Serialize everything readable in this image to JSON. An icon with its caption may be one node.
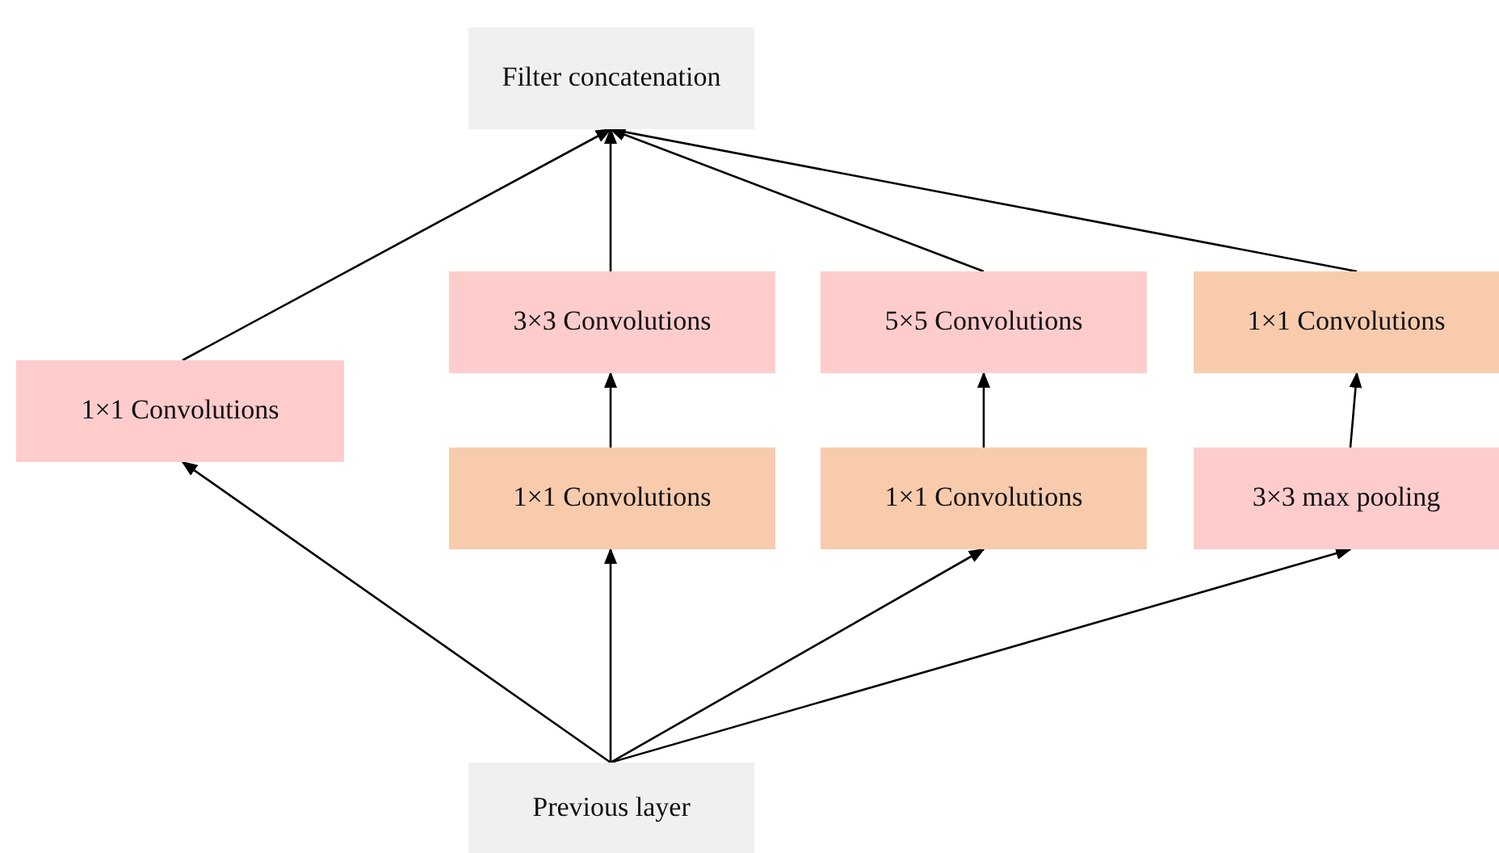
{
  "diagram": {
    "nodes": [
      {
        "text": [
          "Filter concatenation"
        ]
      },
      {
        "text": [
          "1×1 Convolutions"
        ]
      },
      {
        "text": [
          "3×3 Convolutions"
        ]
      },
      {
        "text": [
          "5×5 Convolutions"
        ]
      },
      {
        "text": [
          "1×1 Convolutions"
        ]
      },
      {
        "text": [
          "1×1 Convolutions"
        ]
      },
      {
        "text": [
          "1×1 Convolutions"
        ]
      },
      {
        "text": [
          "3×3 max pooling"
        ]
      },
      {
        "text": [
          "Previous layer"
        ]
      }
    ],
    "edges": [
      {
        "from": 8,
        "to": 1,
        "arrow": "to"
      },
      {
        "from": 8,
        "to": 5,
        "arrow": "to"
      },
      {
        "from": 8,
        "to": 6,
        "arrow": "to"
      },
      {
        "from": 8,
        "to": 7,
        "arrow": "to"
      },
      {
        "from": 5,
        "to": 2,
        "arrow": "to"
      },
      {
        "from": 6,
        "to": 3,
        "arrow": "to"
      },
      {
        "from": 7,
        "to": 4,
        "arrow": "to"
      },
      {
        "from": 1,
        "to": 0,
        "arrow": "to"
      },
      {
        "from": 2,
        "to": 0,
        "arrow": "to"
      },
      {
        "from": 3,
        "to": 0,
        "arrow": "to"
      },
      {
        "from": 4,
        "to": 0,
        "arrow": "to"
      }
    ]
  }
}
